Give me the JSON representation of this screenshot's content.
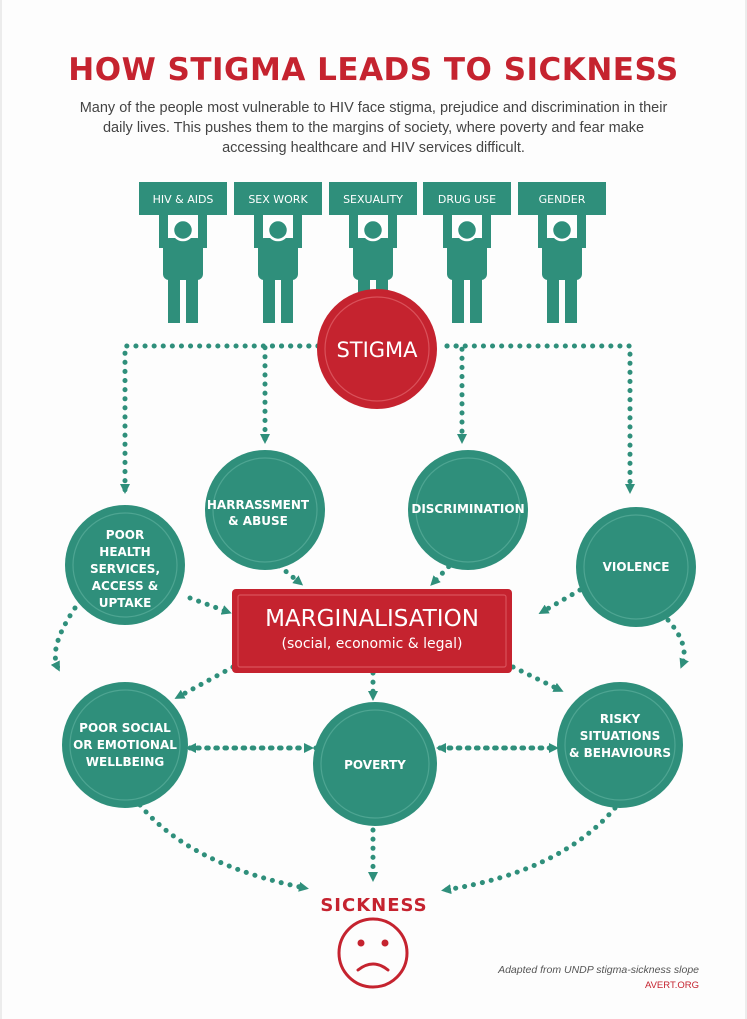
{
  "header": {
    "title": "HOW STIGMA LEADS TO SICKNESS",
    "subtitle": "Many of the people most vulnerable to HIV face stigma, prejudice and discrimination in their daily lives. This pushes them to the margins of society, where poverty and fear make accessing healthcare and HIV services difficult."
  },
  "signs": [
    "HIV & AIDS",
    "SEX WORK",
    "SEXUALITY",
    "DRUG USE",
    "GENDER"
  ],
  "nodes": {
    "stigma": "STIGMA",
    "harassment": [
      "HARRASSMENT",
      "& ABUSE"
    ],
    "discrimination": "DISCRIMINATION",
    "poor_health": [
      "POOR",
      "HEALTH",
      "SERVICES,",
      "ACCESS &",
      "UPTAKE"
    ],
    "violence": "VIOLENCE",
    "marginalisation_title": "MARGINALISATION",
    "marginalisation_sub": "(social, economic & legal)",
    "poor_social": [
      "POOR SOCIAL",
      "OR EMOTIONAL",
      "WELLBEING"
    ],
    "poverty": "POVERTY",
    "risky": [
      "RISKY",
      "SITUATIONS",
      "& BEHAVIOURS"
    ],
    "sickness": "SICKNESS"
  },
  "footer": {
    "source": "Adapted from UNDP stigma-sickness slope",
    "brand": "AVERT.ORG"
  },
  "colors": {
    "red": "#c5232f",
    "teal": "#2f8f7b",
    "text": "#444444"
  }
}
